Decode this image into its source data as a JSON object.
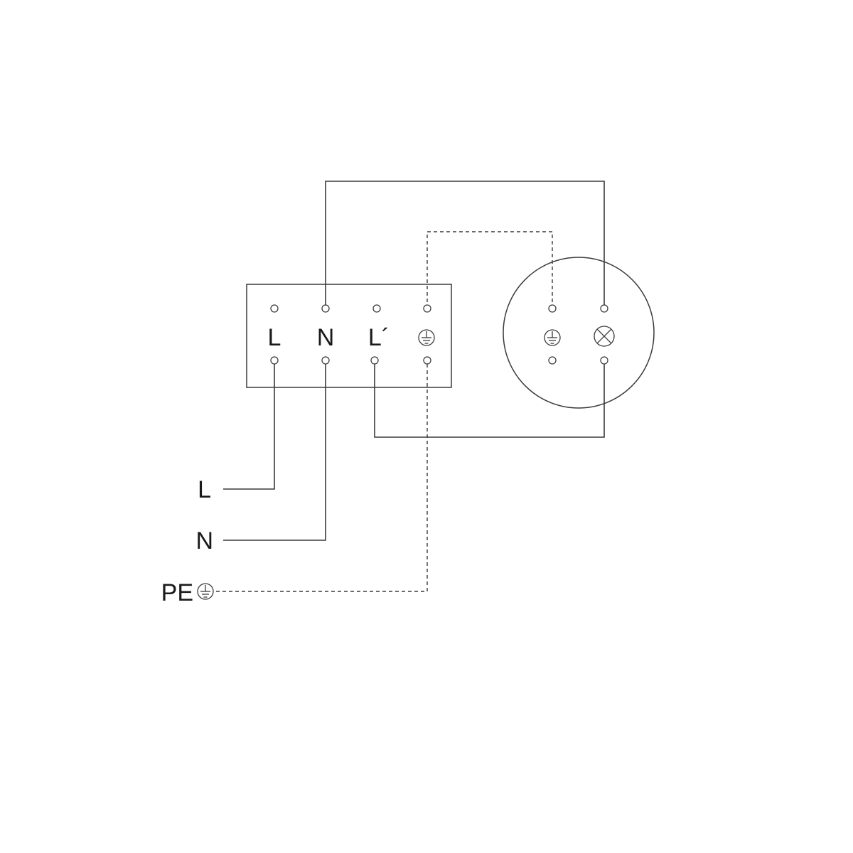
{
  "terminal_block": {
    "labels": [
      "L",
      "N",
      "L´"
    ]
  },
  "supply": {
    "labels": [
      "L",
      "N",
      "PE"
    ]
  },
  "icons": {
    "earth": "earth-ground-icon",
    "lamp": "lamp-icon"
  }
}
